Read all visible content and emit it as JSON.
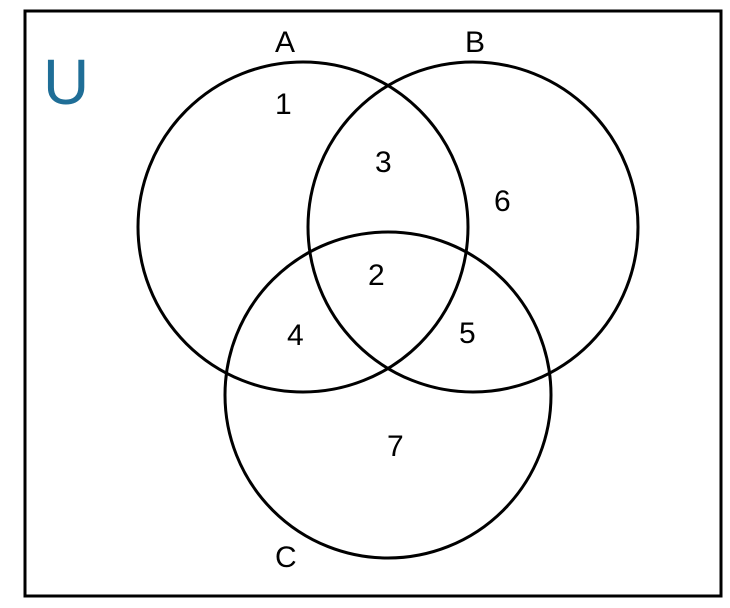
{
  "diagram": {
    "type": "venn-3-set",
    "universe_label": "U",
    "sets": [
      {
        "id": "A",
        "label": "A"
      },
      {
        "id": "B",
        "label": "B"
      },
      {
        "id": "C",
        "label": "C"
      }
    ],
    "regions": [
      {
        "id": "only-a",
        "label": "1"
      },
      {
        "id": "a-b-c",
        "label": "2"
      },
      {
        "id": "a-b-only",
        "label": "3"
      },
      {
        "id": "a-c-only",
        "label": "4"
      },
      {
        "id": "b-c-only",
        "label": "5"
      },
      {
        "id": "only-b",
        "label": "6"
      },
      {
        "id": "only-c",
        "label": "7"
      }
    ]
  },
  "colors": {
    "universe_label": "#1f6e97",
    "stroke": "#000000",
    "background": "#ffffff"
  }
}
